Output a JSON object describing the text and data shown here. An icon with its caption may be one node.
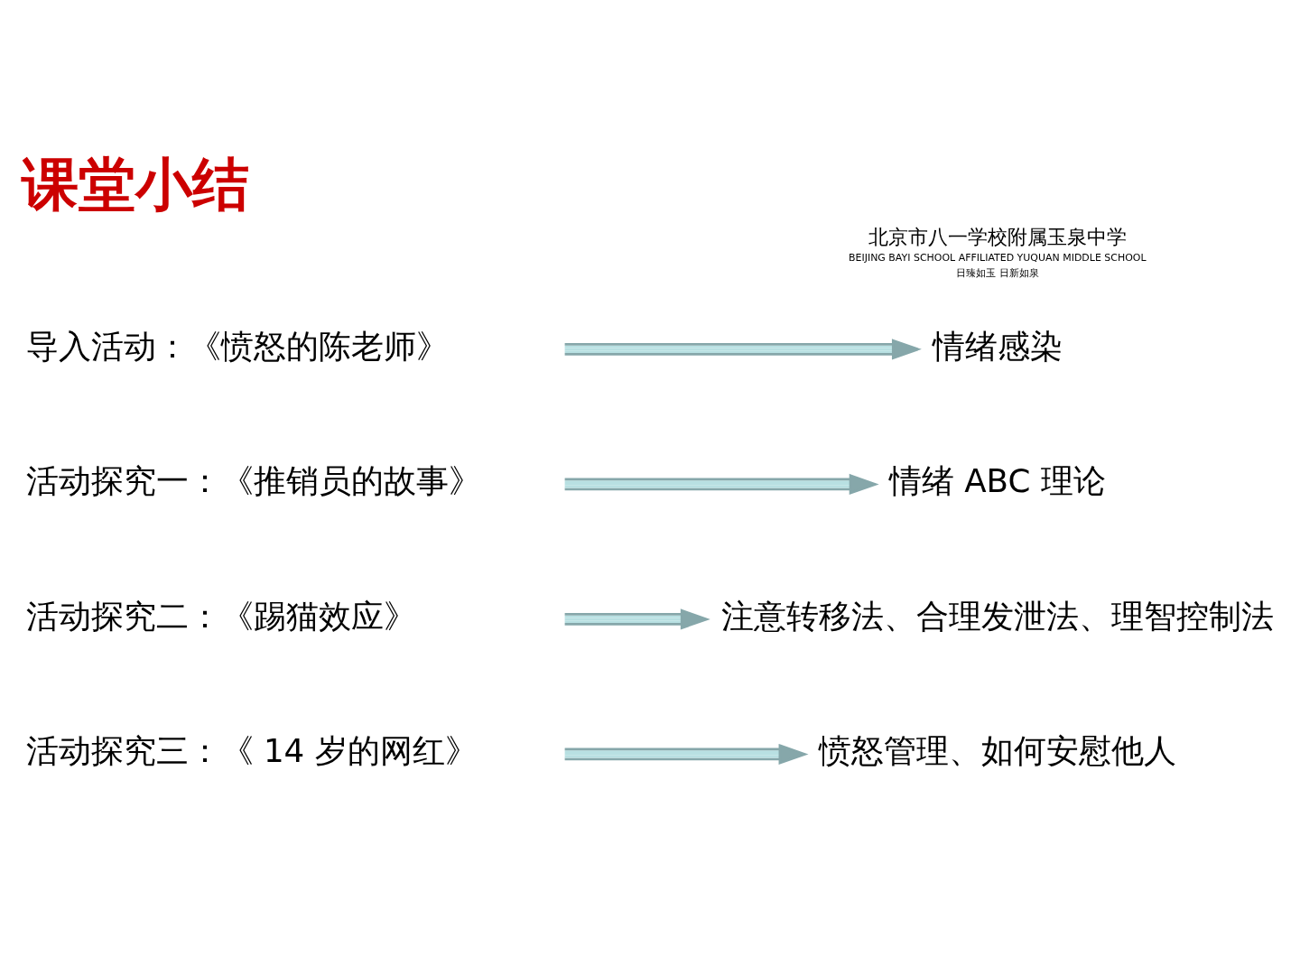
{
  "diagram": {
    "title": "课堂小结",
    "nodes": [
      {
        "text": [
          "导入活动：《愤怒的陈老师》"
        ]
      },
      {
        "text": [
          "情绪感染"
        ]
      },
      {
        "text": [
          "活动探究一：《推销员的故事》"
        ]
      },
      {
        "text": [
          "情绪 ABC 理论"
        ]
      },
      {
        "text": [
          "活动探究二：《踢猫效应》"
        ]
      },
      {
        "text": [
          "注意转移法、合理发泄法、理智控制法"
        ]
      },
      {
        "text": [
          "活动探究三：《 14 岁的网红》"
        ]
      },
      {
        "text": [
          "愤怒管理、如何安慰他人"
        ]
      }
    ],
    "edges": [
      {
        "from": 0,
        "to": 1,
        "arrow": "to"
      },
      {
        "from": 2,
        "to": 3,
        "arrow": "to"
      },
      {
        "from": 4,
        "to": 5,
        "arrow": "to"
      },
      {
        "from": 6,
        "to": 7,
        "arrow": "to"
      }
    ],
    "labels": [
      "北京市八一学校附属玉泉中学",
      "BEIJING BAYI SCHOOL AFFILIATED YUQUAN MIDDLE SCHOOL",
      "日臻如玉 日新如泉"
    ]
  }
}
